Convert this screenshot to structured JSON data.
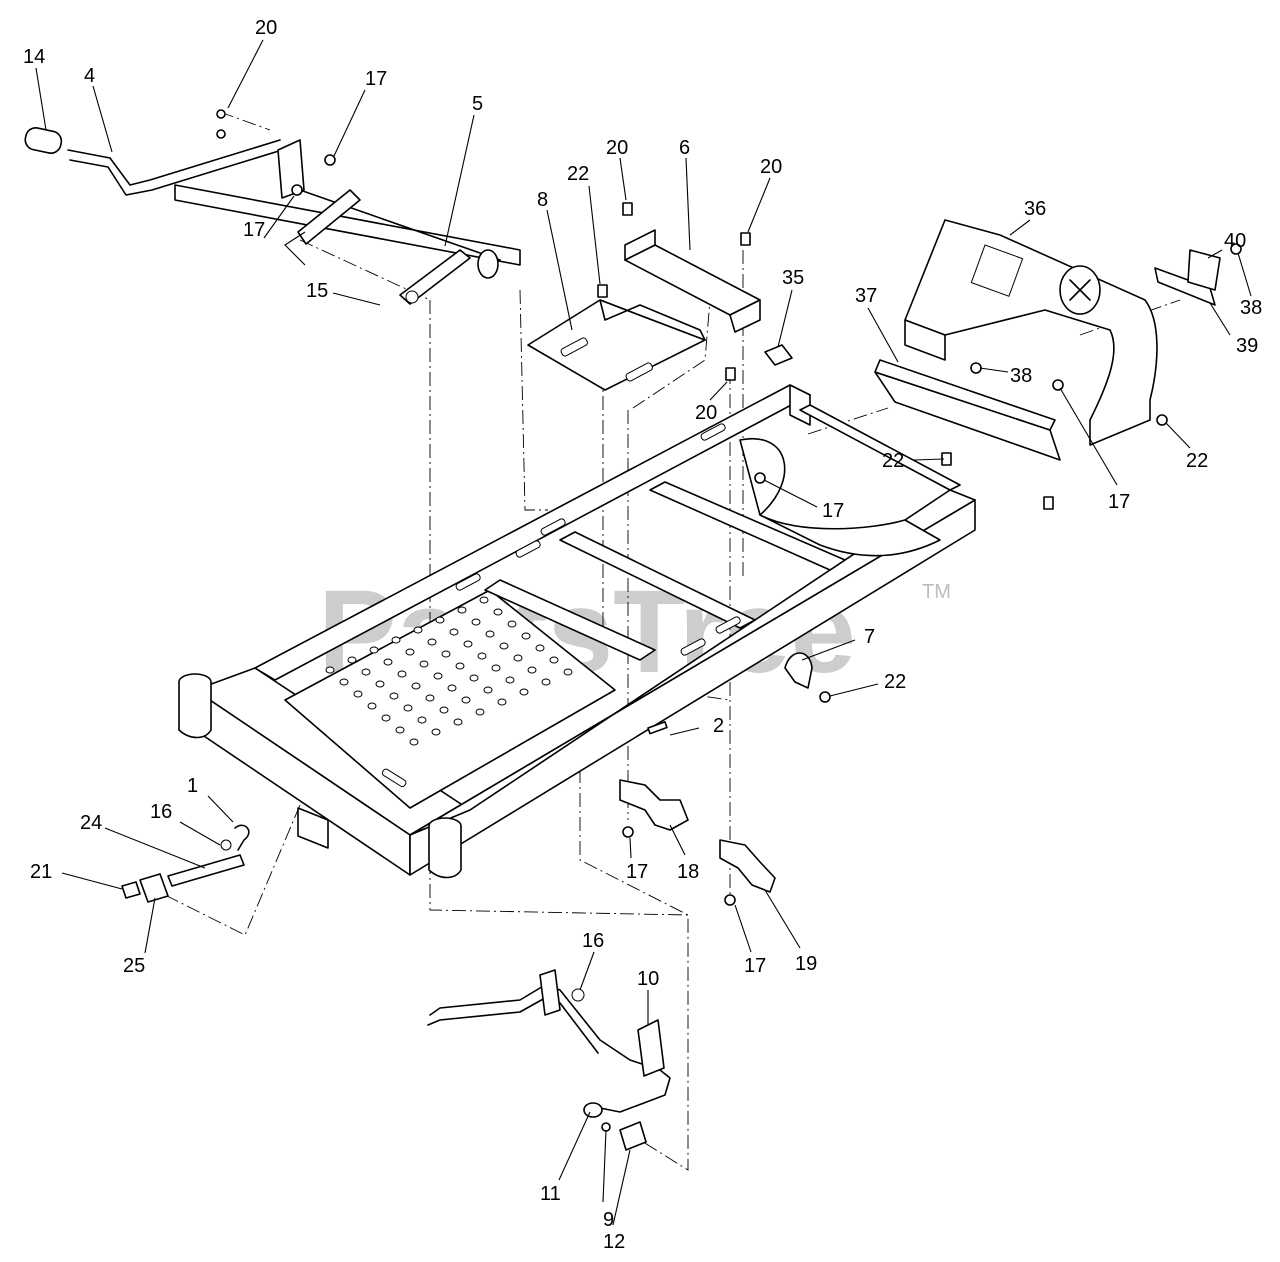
{
  "watermark": {
    "brand": "PartsTree",
    "trademark": "TM"
  },
  "callouts": [
    {
      "id": "c-14a",
      "label": "14"
    },
    {
      "id": "c-4",
      "label": "4"
    },
    {
      "id": "c-20a",
      "label": "20"
    },
    {
      "id": "c-17a",
      "label": "17"
    },
    {
      "id": "c-5",
      "label": "5"
    },
    {
      "id": "c-17b",
      "label": "17"
    },
    {
      "id": "c-15",
      "label": "15"
    },
    {
      "id": "c-20b",
      "label": "20"
    },
    {
      "id": "c-6",
      "label": "6"
    },
    {
      "id": "c-20c",
      "label": "20"
    },
    {
      "id": "c-22a",
      "label": "22"
    },
    {
      "id": "c-8",
      "label": "8"
    },
    {
      "id": "c-35",
      "label": "35"
    },
    {
      "id": "c-20d",
      "label": "20"
    },
    {
      "id": "c-36",
      "label": "36"
    },
    {
      "id": "c-40",
      "label": "40"
    },
    {
      "id": "c-38a",
      "label": "38"
    },
    {
      "id": "c-37",
      "label": "37"
    },
    {
      "id": "c-39",
      "label": "39"
    },
    {
      "id": "c-38b",
      "label": "38"
    },
    {
      "id": "c-22b",
      "label": "22"
    },
    {
      "id": "c-22c",
      "label": "22"
    },
    {
      "id": "c-17c",
      "label": "17"
    },
    {
      "id": "c-17d",
      "label": "17"
    },
    {
      "id": "c-7",
      "label": "7"
    },
    {
      "id": "c-22d",
      "label": "22"
    },
    {
      "id": "c-2",
      "label": "2"
    },
    {
      "id": "c-1",
      "label": "1"
    },
    {
      "id": "c-16a",
      "label": "16"
    },
    {
      "id": "c-24",
      "label": "24"
    },
    {
      "id": "c-21",
      "label": "21"
    },
    {
      "id": "c-25",
      "label": "25"
    },
    {
      "id": "c-17e",
      "label": "17"
    },
    {
      "id": "c-18",
      "label": "18"
    },
    {
      "id": "c-17f",
      "label": "17"
    },
    {
      "id": "c-19",
      "label": "19"
    },
    {
      "id": "c-16b",
      "label": "16"
    },
    {
      "id": "c-10",
      "label": "10"
    },
    {
      "id": "c-11",
      "label": "11"
    },
    {
      "id": "c-9",
      "label": "9"
    },
    {
      "id": "c-12",
      "label": "12"
    }
  ]
}
